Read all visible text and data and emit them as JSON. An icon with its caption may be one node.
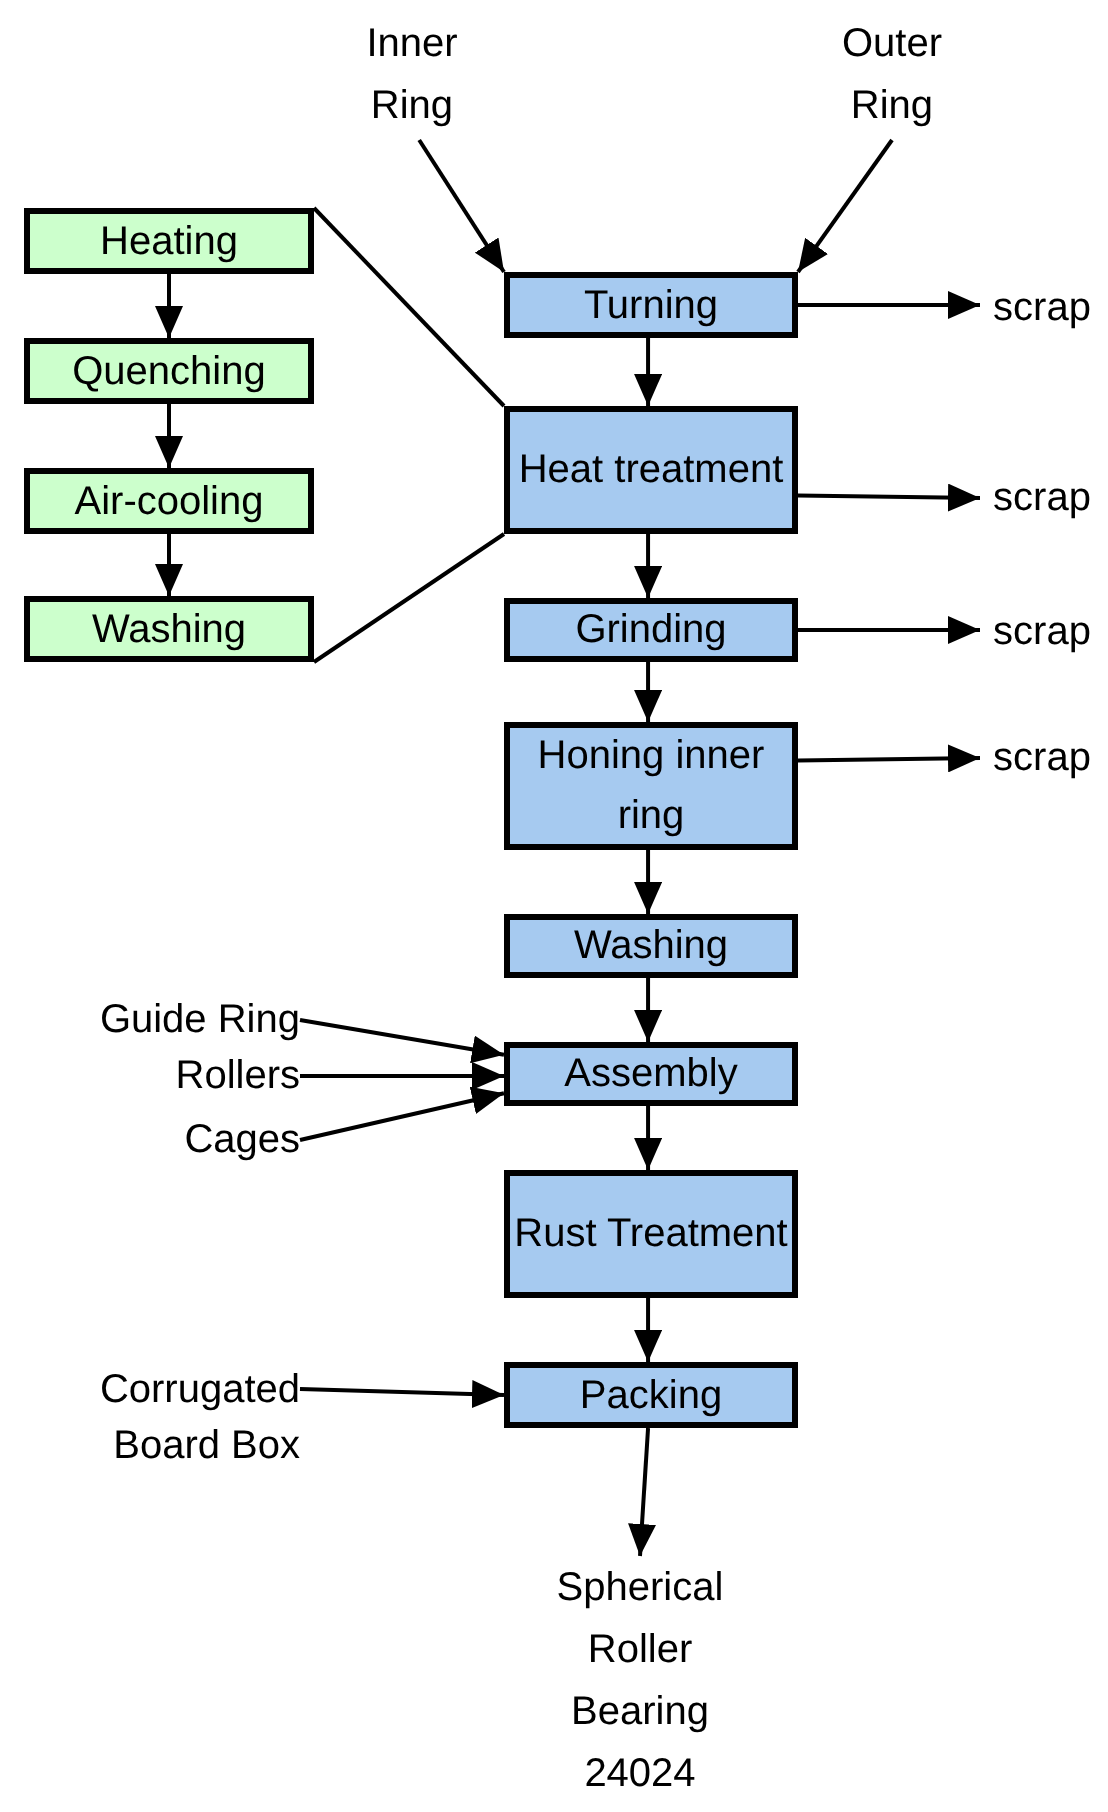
{
  "diagram": {
    "nodes": [
      {
        "text": [
          "Inner Ring"
        ]
      },
      {
        "text": [
          "Outer Ring"
        ]
      },
      {
        "text": [
          "Turning"
        ]
      },
      {
        "text": [
          "Heat treatment"
        ]
      },
      {
        "text": [
          "Grinding"
        ]
      },
      {
        "text": [
          "Honing inner ring"
        ]
      },
      {
        "text": [
          "Washing"
        ]
      },
      {
        "text": [
          "Assembly"
        ]
      },
      {
        "text": [
          "Rust Treatment"
        ]
      },
      {
        "text": [
          "Packing"
        ]
      },
      {
        "text": [
          "Spherical Roller Bearing 24024"
        ]
      },
      {
        "text": [
          "scrap"
        ]
      },
      {
        "text": [
          "scrap"
        ]
      },
      {
        "text": [
          "scrap"
        ]
      },
      {
        "text": [
          "scrap"
        ]
      },
      {
        "text": [
          "Heating"
        ]
      },
      {
        "text": [
          "Quenching"
        ]
      },
      {
        "text": [
          "Air-cooling"
        ]
      },
      {
        "text": [
          "Washing"
        ]
      },
      {
        "text": [
          "Guide Ring"
        ]
      },
      {
        "text": [
          "Rollers"
        ]
      },
      {
        "text": [
          "Cages"
        ]
      },
      {
        "text": [
          "Corrugated Board Box"
        ]
      }
    ],
    "edges": [
      {
        "from": 0,
        "to": 2,
        "arrow": "to"
      },
      {
        "from": 1,
        "to": 2,
        "arrow": "to"
      },
      {
        "from": 2,
        "to": 11,
        "arrow": "to"
      },
      {
        "from": 2,
        "to": 3,
        "arrow": "to"
      },
      {
        "from": 3,
        "to": 12,
        "arrow": "to"
      },
      {
        "from": 3,
        "to": 4,
        "arrow": "to"
      },
      {
        "from": 4,
        "to": 13,
        "arrow": "to"
      },
      {
        "from": 4,
        "to": 5,
        "arrow": "to"
      },
      {
        "from": 5,
        "to": 14,
        "arrow": "to"
      },
      {
        "from": 5,
        "to": 6,
        "arrow": "to"
      },
      {
        "from": 6,
        "to": 7,
        "arrow": "to"
      },
      {
        "from": 19,
        "to": 7,
        "arrow": "to"
      },
      {
        "from": 20,
        "to": 7,
        "arrow": "to"
      },
      {
        "from": 21,
        "to": 7,
        "arrow": "to"
      },
      {
        "from": 7,
        "to": 8,
        "arrow": "to"
      },
      {
        "from": 8,
        "to": 9,
        "arrow": "to"
      },
      {
        "from": 22,
        "to": 9,
        "arrow": "to"
      },
      {
        "from": 9,
        "to": 10,
        "arrow": "to"
      },
      {
        "from": 15,
        "to": 16,
        "arrow": "to"
      },
      {
        "from": 16,
        "to": 17,
        "arrow": "to"
      },
      {
        "from": 17,
        "to": 18,
        "arrow": "to"
      },
      {
        "from": 15,
        "to": 3,
        "arrow": "none"
      },
      {
        "from": 18,
        "to": 3,
        "arrow": "none"
      }
    ]
  }
}
